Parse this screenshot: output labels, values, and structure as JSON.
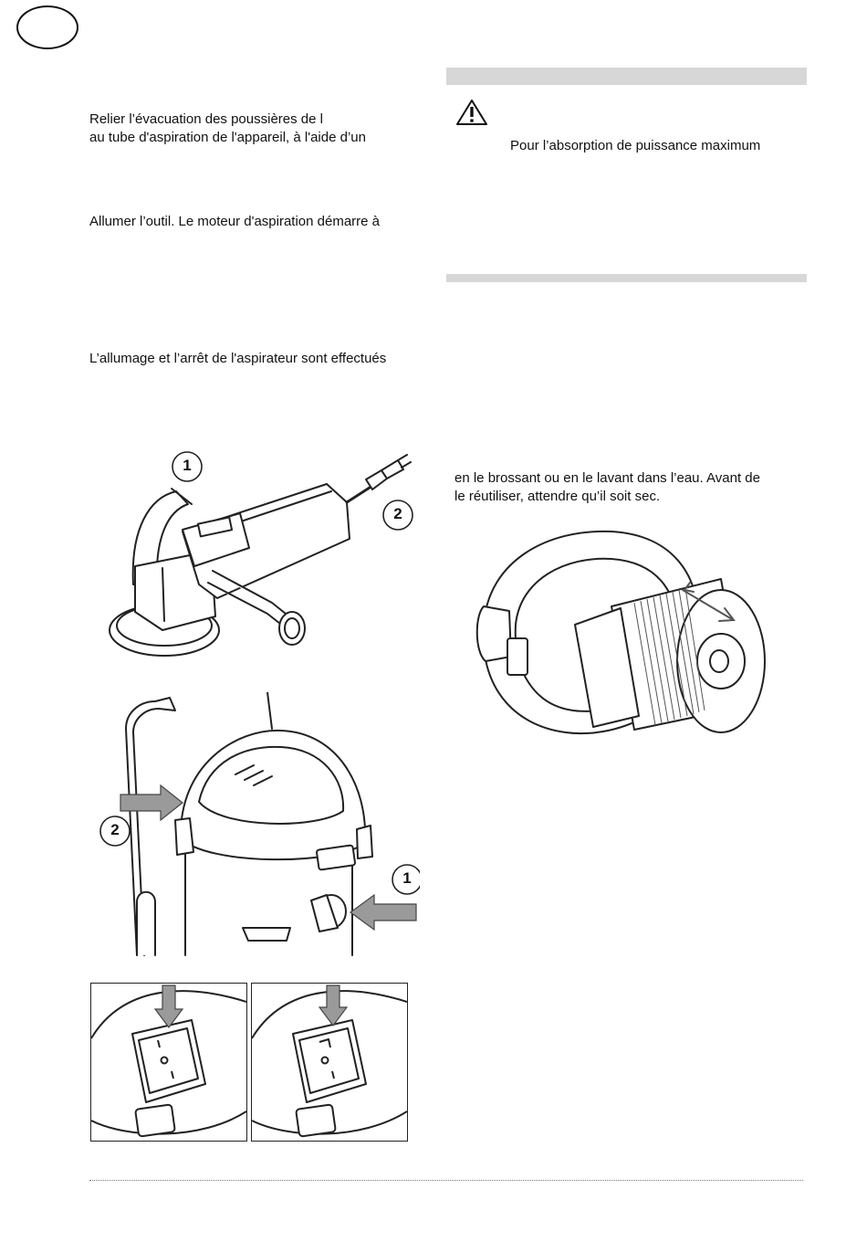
{
  "left_column": {
    "para1_line1": "Relier l’évacuation des poussières de l",
    "para1_line2": "au tube d'aspiration de l'appareil, à l'aide d’un",
    "para2": "Allumer l’outil. Le moteur d'aspiration démarre à",
    "para3": "L’allumage et l’arrêt de l'aspirateur sont effectués"
  },
  "right_column": {
    "warning_text": "Pour l’absorption de puissance maximum",
    "filter_line1": "en le brossant ou en le lavant dans l’eau. Avant de",
    "filter_line2": "le réutiliser, attendre qu’il soit sec."
  },
  "callouts": {
    "grinder_1": "1",
    "grinder_2": "2",
    "vacuum_2": "2",
    "vacuum_1": "1"
  },
  "icons": {
    "warning": "warning-triangle-icon"
  },
  "colors": {
    "section_bar": "#d7d7d7",
    "arrow_fill": "#9a9a9a"
  }
}
